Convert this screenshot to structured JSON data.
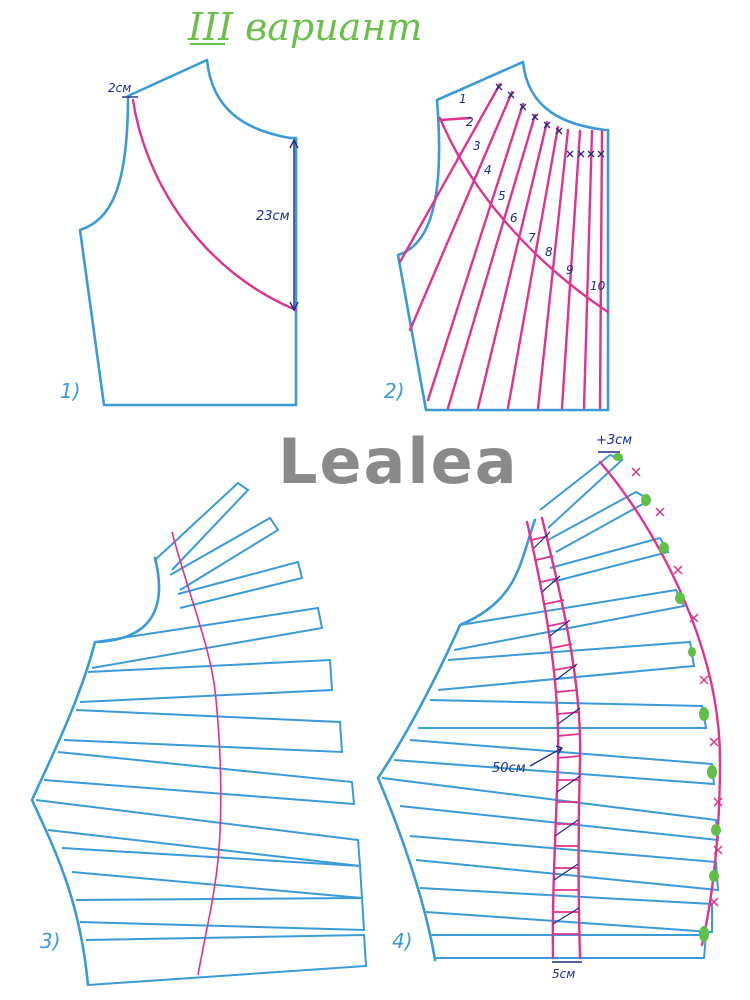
{
  "title": "III вариант",
  "watermark": "Lealea",
  "colors": {
    "outline": "#3a9bd8",
    "cut_lines": "#e0338f",
    "title": "#6cc04a",
    "watermark": "#8a8a8a",
    "annotation": "#1f2d8a",
    "marks": "#5fc047"
  },
  "step1": {
    "number": "1)",
    "offset_label": "2см",
    "length_label": "23см"
  },
  "step2": {
    "number": "2)",
    "line_numbers": [
      "1",
      "2",
      "3",
      "4",
      "5",
      "6",
      "7",
      "8",
      "9",
      "10"
    ]
  },
  "step3": {
    "number": "3)"
  },
  "step4": {
    "number": "4)",
    "top_label": "+3см",
    "mid_label": "50см",
    "bottom_label": "5см"
  }
}
